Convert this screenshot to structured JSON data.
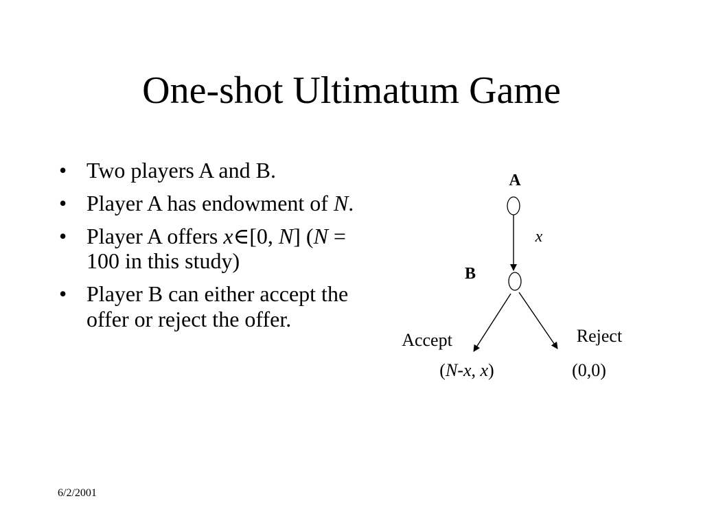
{
  "slide": {
    "title": "One-shot Ultimatum Game",
    "date": "6/2/2001",
    "bullet_char": "•",
    "bullets": [
      {
        "parts": [
          {
            "t": "Two players A and B."
          }
        ]
      },
      {
        "parts": [
          {
            "t": "Player A has endowment of "
          },
          {
            "t": "N",
            "i": true
          },
          {
            "t": "."
          }
        ]
      },
      {
        "parts": [
          {
            "t": "Player A offers "
          },
          {
            "t": "x",
            "i": true
          },
          {
            "t": "∈[0, "
          },
          {
            "t": "N",
            "i": true
          },
          {
            "t": "] ("
          },
          {
            "t": "N",
            "i": true
          },
          {
            "t": " = 100 in this study)"
          }
        ]
      },
      {
        "parts": [
          {
            "t": "Player B can either accept the offer or reject the offer."
          }
        ]
      }
    ]
  },
  "tree": {
    "node_a_label": "A",
    "node_b_label": "B",
    "offer_label": "x",
    "accept_label": "Accept",
    "reject_label": "Reject",
    "accept_payoff": {
      "open": "(",
      "n": "N",
      "dash": "-",
      "x1": "x",
      "comma": ", ",
      "x2": "x",
      "close": ")"
    },
    "reject_payoff": "(0,0)"
  }
}
